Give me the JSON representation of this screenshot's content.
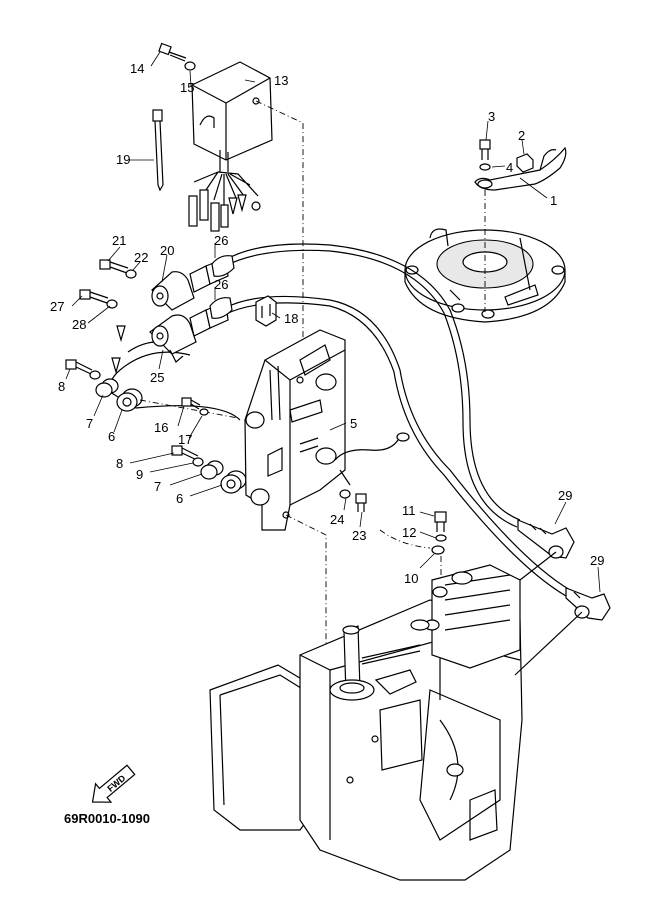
{
  "diagram": {
    "code": "69R0010-1090",
    "fwd_label": "FWD",
    "parts": [
      {
        "id": "p1",
        "label": "1"
      },
      {
        "id": "p2",
        "label": "2"
      },
      {
        "id": "p3",
        "label": "3"
      },
      {
        "id": "p4",
        "label": "4"
      },
      {
        "id": "p5",
        "label": "5"
      },
      {
        "id": "p6a",
        "label": "6"
      },
      {
        "id": "p6b",
        "label": "6"
      },
      {
        "id": "p7a",
        "label": "7"
      },
      {
        "id": "p7b",
        "label": "7"
      },
      {
        "id": "p8a",
        "label": "8"
      },
      {
        "id": "p8b",
        "label": "8"
      },
      {
        "id": "p9",
        "label": "9"
      },
      {
        "id": "p10",
        "label": "10"
      },
      {
        "id": "p11",
        "label": "11"
      },
      {
        "id": "p12",
        "label": "12"
      },
      {
        "id": "p13",
        "label": "13"
      },
      {
        "id": "p14",
        "label": "14"
      },
      {
        "id": "p15",
        "label": "15"
      },
      {
        "id": "p16",
        "label": "16"
      },
      {
        "id": "p17",
        "label": "17"
      },
      {
        "id": "p18",
        "label": "18"
      },
      {
        "id": "p19",
        "label": "19"
      },
      {
        "id": "p20",
        "label": "20"
      },
      {
        "id": "p21",
        "label": "21"
      },
      {
        "id": "p22",
        "label": "22"
      },
      {
        "id": "p23",
        "label": "23"
      },
      {
        "id": "p24",
        "label": "24"
      },
      {
        "id": "p25",
        "label": "25"
      },
      {
        "id": "p26a",
        "label": "26"
      },
      {
        "id": "p26b",
        "label": "26"
      },
      {
        "id": "p27",
        "label": "27"
      },
      {
        "id": "p28",
        "label": "28"
      },
      {
        "id": "p29a",
        "label": "29"
      },
      {
        "id": "p29b",
        "label": "29"
      }
    ]
  }
}
